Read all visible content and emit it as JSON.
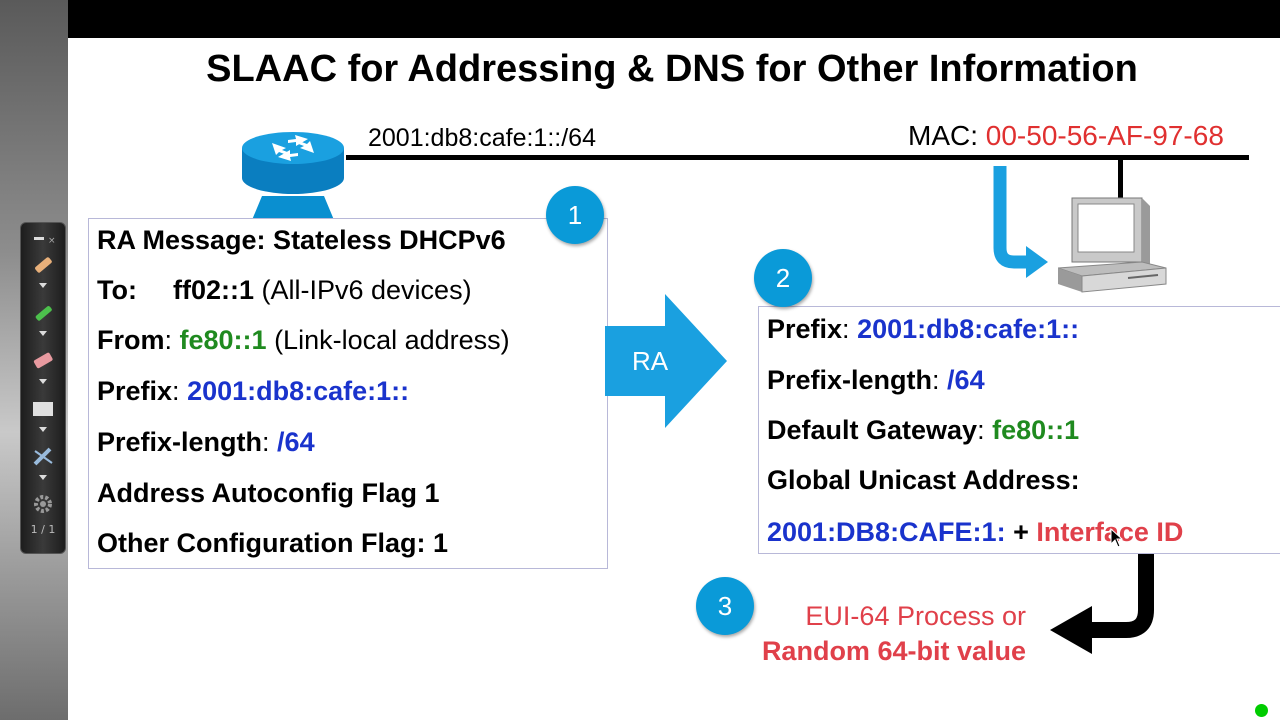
{
  "slide": {
    "title": "SLAAC for Addressing & DNS for Other Information",
    "network_prefix": "2001:db8:cafe:1::/64",
    "mac_label": "MAC: ",
    "mac_value": "00-50-56-AF-97-68"
  },
  "ra_message": {
    "badge": "1",
    "heading": "RA Message: Stateless DHCPv6",
    "to_label": "To:",
    "to_value": "ff02::1",
    "to_note": " (All-IPv6 devices)",
    "from_label": "From",
    "from_value": "fe80::1",
    "from_note": " (Link-local address)",
    "prefix_label": "Prefix",
    "prefix_value": "2001:db8:cafe:1::",
    "prefix_length_label": "Prefix-length",
    "prefix_length_value": "/64",
    "autoconfig_flag": "Address Autoconfig Flag 1",
    "other_config_flag": "Other Configuration Flag: 1"
  },
  "ra_arrow": {
    "label": "RA"
  },
  "host_config": {
    "badge": "2",
    "prefix_label": "Prefix",
    "prefix_value": "2001:db8:cafe:1::",
    "prefix_length_label": "Prefix-length",
    "prefix_length_value": "/64",
    "gateway_label": "Default Gateway",
    "gateway_value": "fe80::1",
    "gua_label": "Global Unicast Address:",
    "gua_prefix": "2001:DB8:CAFE:1:",
    "gua_plus": " + ",
    "gua_interface_id": "Interface ID"
  },
  "eui_note": {
    "badge": "3",
    "line1": "EUI-64 Process or",
    "line2": "Random 64-bit value"
  },
  "toolbar": {
    "page_indicator": "1 / 1"
  },
  "colors": {
    "accent_blue": "#0a9ad8",
    "prefix_blue": "#1a33cc",
    "link_local_green": "#1f8a1f",
    "mac_red": "#e03030"
  },
  "icons": [
    "router-icon",
    "computer-icon",
    "ra-arrow-icon",
    "bent-arrow-icon",
    "return-arrow-icon"
  ]
}
